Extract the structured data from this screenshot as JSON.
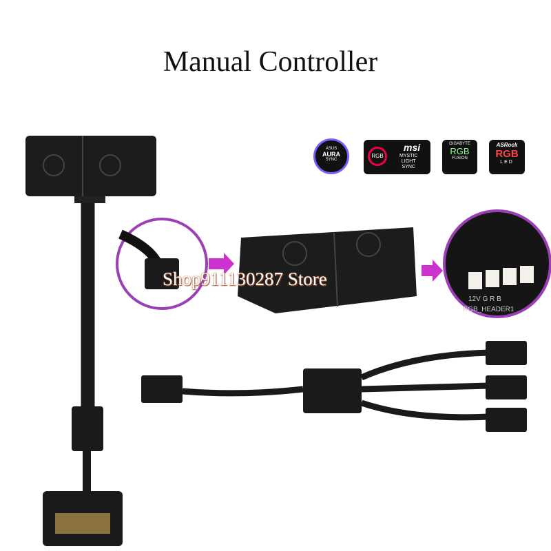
{
  "title": "Manual Controller",
  "watermark": "Shop911130287 Store",
  "logos": {
    "asus": {
      "brand": "ASUS",
      "line1": "AURA",
      "line2": "SYNC"
    },
    "msi": {
      "brand": "msi",
      "badge": "RGB",
      "line1": "MYSTIC",
      "line2": "LIGHT",
      "line3": "SYNC"
    },
    "gigabyte": {
      "brand": "GIGABYTE",
      "badge": "RGB",
      "line1": "FUSION"
    },
    "asrock": {
      "brand": "ASRock",
      "badge": "RGB",
      "line1": "LED"
    }
  },
  "header_labels": {
    "pins": "12V  G  R  B",
    "name": "RGB_HEADER1"
  },
  "colors": {
    "arrow": "#cc33cc",
    "ring": "#9b3fb5"
  }
}
